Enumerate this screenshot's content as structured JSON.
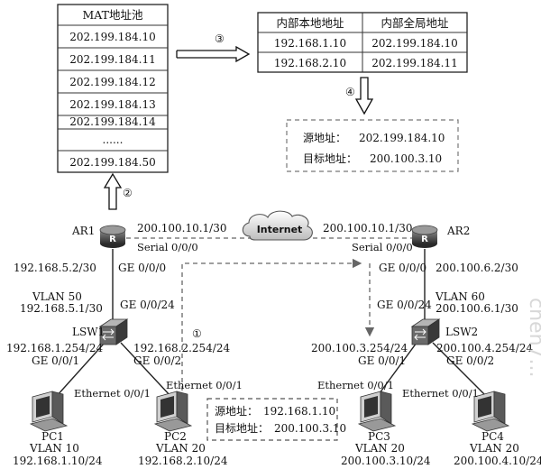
{
  "pool": {
    "title": "MAT地址池",
    "addresses": [
      "202.199.184.10",
      "202.199.184.11",
      "202.199.184.12",
      "202.199.184.13",
      "202.199.184.14",
      "......",
      "202.199.184.50"
    ]
  },
  "nat_table": {
    "headers": [
      "内部本地地址",
      "内部全局地址"
    ],
    "rows": [
      [
        "192.168.1.10",
        "202.199.184.10"
      ],
      [
        "192.168.2.10",
        "202.199.184.11"
      ]
    ]
  },
  "steps": [
    "②",
    "③",
    "④",
    "①"
  ],
  "after_box": {
    "src_label": "源地址：",
    "src": "202.199.184.10",
    "dst_label": "目标地址：",
    "dst": "200.100.3.10"
  },
  "before_box": {
    "src_label": "源地址：",
    "src": "192.168.1.10",
    "dst_label": "目标地址：",
    "dst": "200.100.3.10"
  },
  "internet": "Internet",
  "ar1": {
    "name": "AR1",
    "serial_ip": "200.100.10.1/30",
    "serial_if": "Serial 0/0/0",
    "ge_ip": "192.168.5.2/30",
    "ge_if": "GE 0/0/0"
  },
  "ar2": {
    "name": "AR2",
    "serial_ip": "200.100.10.1/30",
    "serial_if": "Serial 0/0/0",
    "ge_if": "GE 0/0/0",
    "ge_ip": "200.100.6.2/30"
  },
  "lsw1": {
    "name": "LSW1",
    "vlan": "VLAN 50",
    "vlan_ip": "192.168.5.1/30",
    "up_if": "GE 0/0/24",
    "left_ip": "192.168.1.254/24",
    "left_if": "GE 0/0/1",
    "right_ip": "192.168.2.254/24",
    "right_if": "GE 0/0/2"
  },
  "lsw2": {
    "name": "LSW2",
    "vlan": "VLAN 60",
    "vlan_ip": "200.100.6.1/30",
    "up_if": "GE 0/0/24",
    "left_ip": "200.100.3.254/24",
    "left_if": "GE 0/0/1",
    "right_ip": "200.100.4.254/24",
    "right_if": "GE 0/0/2"
  },
  "pcs": [
    {
      "name": "PC1",
      "vlan": "VLAN 10",
      "ip": "192.168.1.10/24",
      "eth": "Ethernet 0/0/1"
    },
    {
      "name": "PC2",
      "vlan": "VLAN 20",
      "ip": "192.168.2.10/24",
      "eth": "Ethernet 0/0/1"
    },
    {
      "name": "PC3",
      "vlan": "VLAN 20",
      "ip": "200.100.3.10/24",
      "eth": "Ethernet 0/0/1"
    },
    {
      "name": "PC4",
      "vlan": "VLAN 20",
      "ip": "200.100.4.10/24",
      "eth": "Ethernet 0/0/1"
    }
  ],
  "watermark": "chen7..."
}
